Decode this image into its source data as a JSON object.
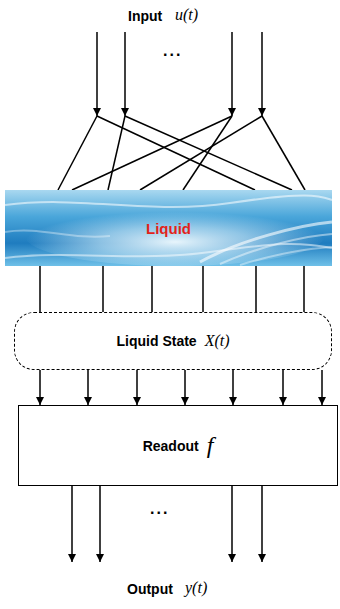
{
  "diagram": {
    "nodes": [
      {
        "text": [
          "Liquid"
        ]
      },
      {
        "text": [
          "Liquid State",
          "X(t)"
        ]
      },
      {
        "text": [
          "Readout",
          "f"
        ]
      }
    ],
    "edges": [
      {
        "from": 0,
        "to": 1,
        "arrow": "none"
      },
      {
        "from": 0,
        "to": 1,
        "arrow": "none"
      },
      {
        "from": 0,
        "to": 1,
        "arrow": "none"
      },
      {
        "from": 0,
        "to": 1,
        "arrow": "none"
      },
      {
        "from": 0,
        "to": 1,
        "arrow": "none"
      },
      {
        "from": 0,
        "to": 1,
        "arrow": "none"
      },
      {
        "from": 1,
        "to": 2,
        "arrow": "to"
      },
      {
        "from": 1,
        "to": 2,
        "arrow": "to"
      },
      {
        "from": 1,
        "to": 2,
        "arrow": "to"
      },
      {
        "from": 1,
        "to": 2,
        "arrow": "to"
      },
      {
        "from": 1,
        "to": 2,
        "arrow": "to"
      },
      {
        "from": 1,
        "to": 2,
        "arrow": "to"
      },
      {
        "from": 1,
        "to": 2,
        "arrow": "to"
      }
    ],
    "labels": [
      "Input",
      "u(t)",
      "...",
      "...",
      "Output",
      "y(t)"
    ]
  }
}
